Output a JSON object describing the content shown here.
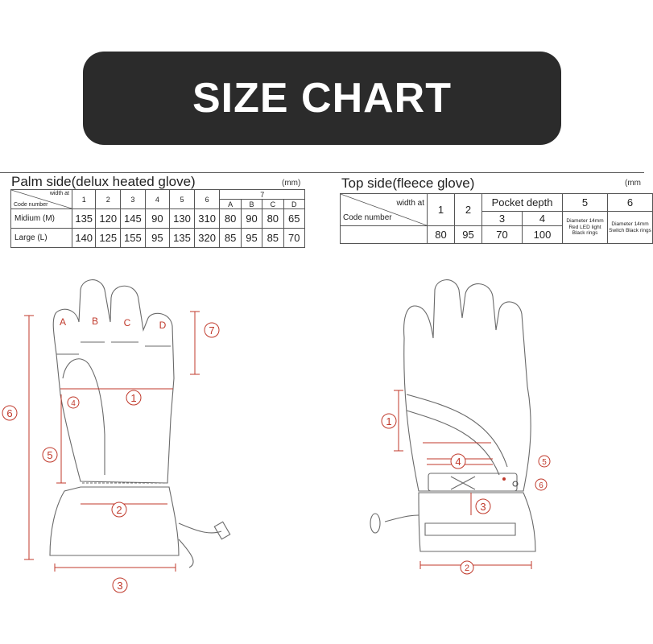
{
  "title": "SIZE CHART",
  "palm": {
    "heading": "Palm side(delux heated glove)",
    "unit": "(mm)",
    "diag_top": "width at",
    "diag_bottom": "Code number",
    "cols": [
      "1",
      "2",
      "3",
      "4",
      "5",
      "6"
    ],
    "col7": "7",
    "col7_sub": [
      "A",
      "B",
      "C",
      "D"
    ],
    "rows": [
      {
        "label": "Midium (M)",
        "values": [
          "135",
          "120",
          "145",
          "90",
          "130",
          "310",
          "80",
          "90",
          "80",
          "65"
        ]
      },
      {
        "label": "Large (L)",
        "values": [
          "140",
          "125",
          "155",
          "95",
          "135",
          "320",
          "85",
          "95",
          "85",
          "70"
        ]
      }
    ]
  },
  "top": {
    "heading": "Top side(fleece glove)",
    "unit": "(mm",
    "diag_top": "width at",
    "diag_bottom": "Code number",
    "col1": "1",
    "col2": "2",
    "pocket": "Pocket depth",
    "pocket_sub": [
      "3",
      "4"
    ],
    "col5": "5",
    "col6": "6",
    "col5_desc": "Diameter 14mm Red LED light Black rings",
    "col6_desc": "Diameter 14mm Switch Black rings",
    "values": [
      "80",
      "95",
      "70",
      "100"
    ]
  },
  "diagram": {
    "finger_labels": [
      "A",
      "B",
      "C",
      "D"
    ],
    "markers": [
      "1",
      "2",
      "3",
      "4",
      "5",
      "6",
      "7"
    ],
    "top_markers": [
      "1",
      "2",
      "3",
      "4",
      "5",
      "6"
    ]
  }
}
